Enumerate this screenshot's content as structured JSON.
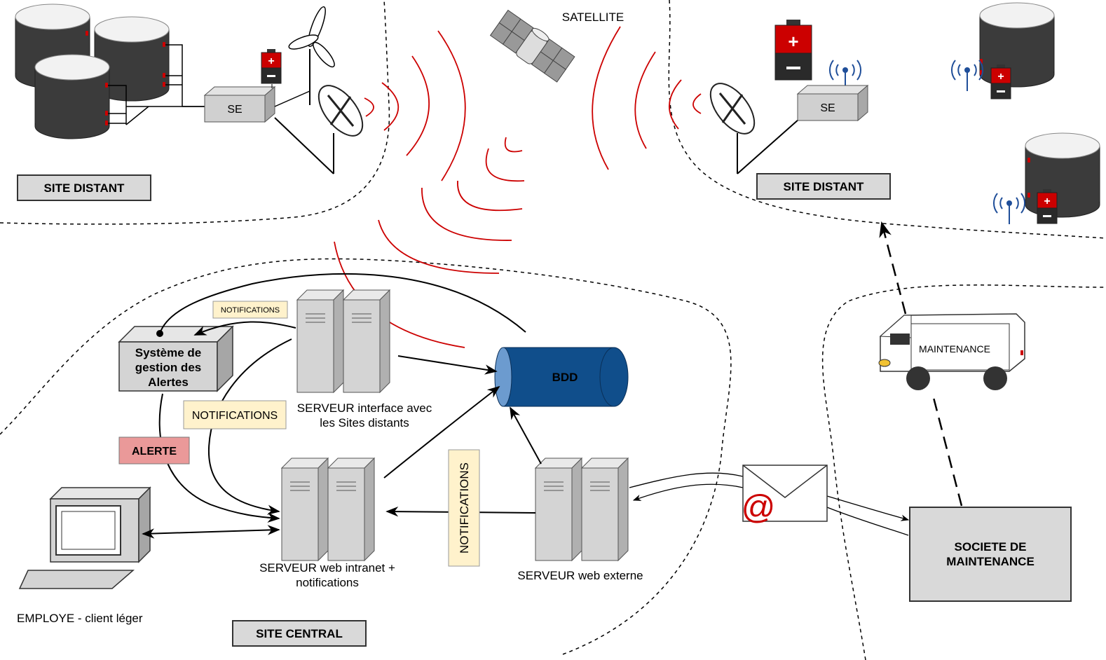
{
  "labels": {
    "satellite": "SATELLITE",
    "se_left": "SE",
    "se_right": "SE",
    "site_distant_left": "SITE DISTANT",
    "site_distant_right": "SITE DISTANT",
    "site_central": "SITE CENTRAL",
    "alert_system_line1": "Système de",
    "alert_system_line2": "gestion des",
    "alert_system_line3": "Alertes",
    "notif_small": "NOTIFICATIONS",
    "notif_medium": "NOTIFICATIONS",
    "notif_vertical": "NOTIFICATIONS",
    "alerte": "ALERTE",
    "server_interface_line1": "SERVEUR interface avec",
    "server_interface_line2": "les Sites distants",
    "server_intranet_line1": "SERVEUR web intranet +",
    "server_intranet_line2": "notifications",
    "server_external": "SERVEUR web externe",
    "bdd": "BDD",
    "employe": "EMPLOYE - client léger",
    "maintenance_van": "MAINTENANCE",
    "societe_line1": "SOCIETE DE",
    "societe_line2": "MAINTENANCE",
    "email_symbol": "@"
  },
  "colors": {
    "tank_dark": "#3b3b3b",
    "tank_light": "#f2f2f2",
    "server_fill": "#d4d4d4",
    "box_fill": "#d9d9d9",
    "signal_red": "#cc0000",
    "bdd_blue": "#104e8b",
    "notif_bg": "#fff2cc",
    "alerte_bg": "#ea9999",
    "wifi_blue": "#1f4e99"
  },
  "icons": {
    "satellite": "satellite-icon",
    "dish": "satellite-dish-icon",
    "wind_turbine": "wind-turbine-icon",
    "battery": "battery-icon",
    "server": "server-icon",
    "database": "database-icon",
    "computer": "computer-icon",
    "email": "email-icon",
    "van": "maintenance-van-icon",
    "wifi": "wifi-signal-icon"
  }
}
